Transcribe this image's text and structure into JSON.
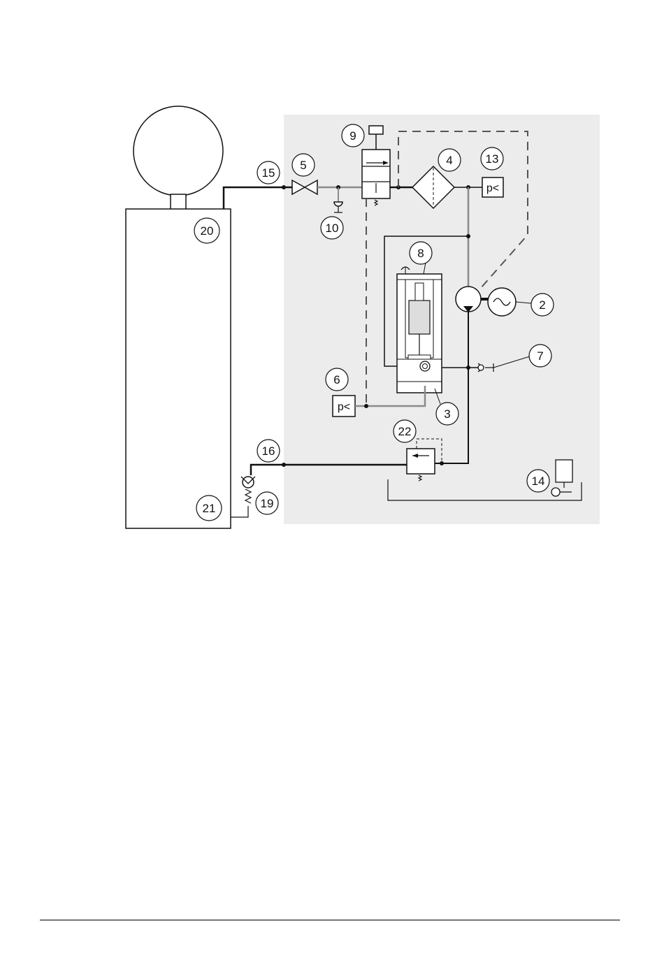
{
  "labels": {
    "l2": "2",
    "l3": "3",
    "l4": "4",
    "l5": "5",
    "l6": "6",
    "l7": "7",
    "l8": "8",
    "l9": "9",
    "l10": "10",
    "l13": "13",
    "l14": "14",
    "l15": "15",
    "l16": "16",
    "l19": "19",
    "l20": "20",
    "l21": "21",
    "l22": "22"
  },
  "pressure_switch_text": "p<",
  "colors": {
    "panel": "#ececec",
    "line": "#111111",
    "pipe_grey": "#8a8a8a"
  }
}
